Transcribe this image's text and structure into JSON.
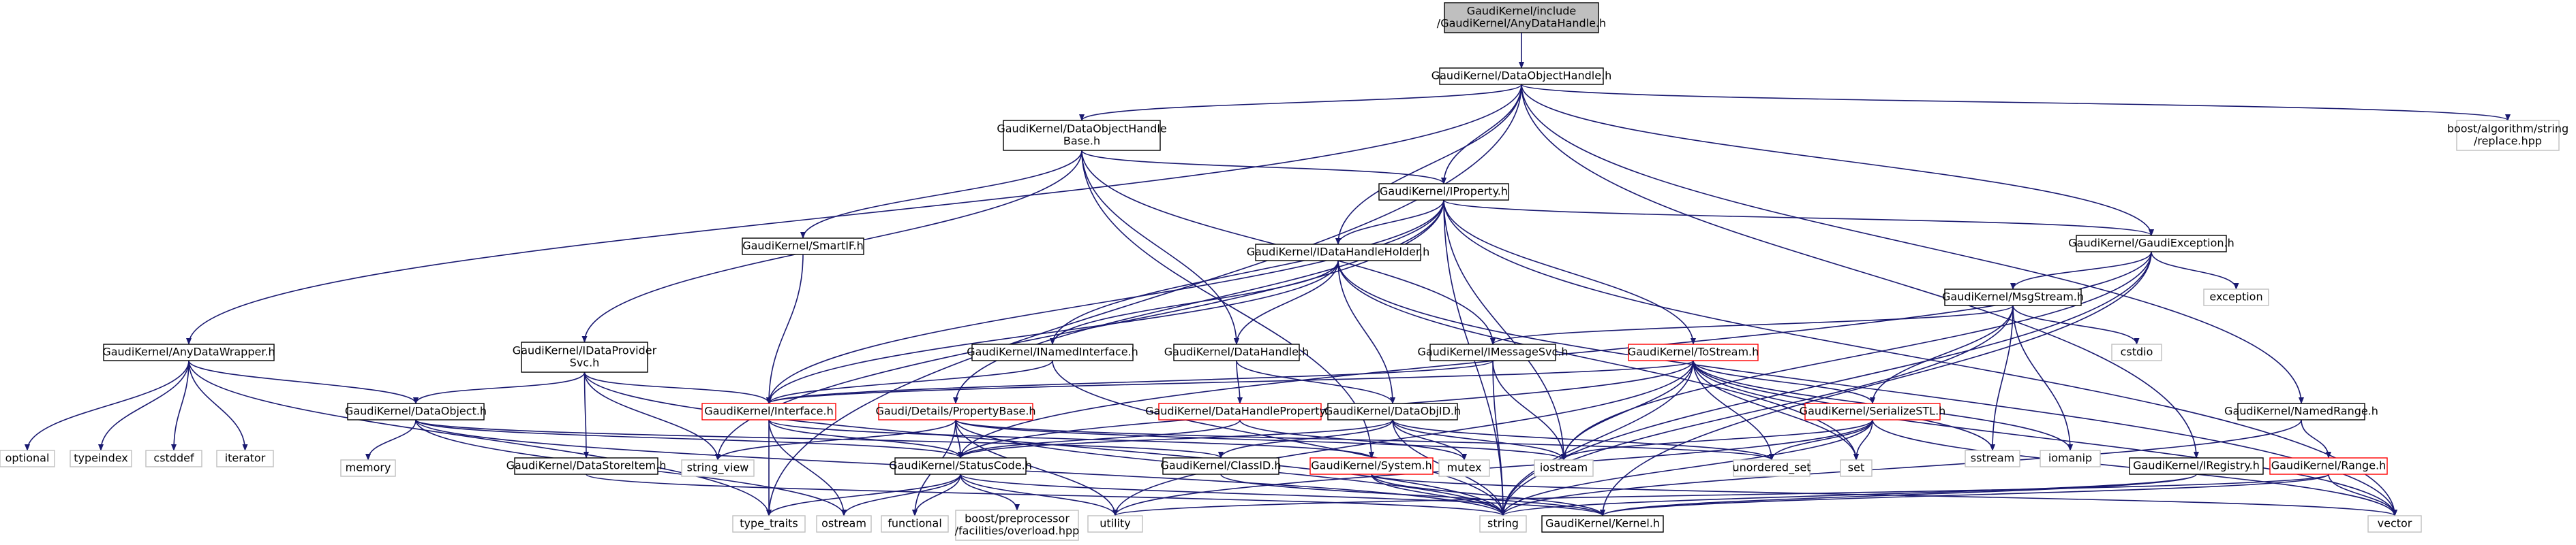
{
  "colors": {
    "root_fill": "#bfbfbf",
    "node_fill": "#ffffff",
    "node_border": "#000000",
    "ext_border": "#bfbfbf",
    "incomplete_border": "#ff0000",
    "edge": "#191970",
    "text": "#000000"
  },
  "nodes": [
    {
      "id": "root",
      "lines": [
        "GaudiKernel/include",
        "/GaudiKernel/AnyDataHandle.h"
      ],
      "style": "root"
    },
    {
      "id": "DataObjectHandle",
      "lines": [
        "GaudiKernel/DataObjectHandle.h"
      ],
      "style": "normal"
    },
    {
      "id": "AnyDataWrapper",
      "lines": [
        "GaudiKernel/AnyDataWrapper.h"
      ],
      "style": "normal"
    },
    {
      "id": "DataObjectHandleBase",
      "lines": [
        "GaudiKernel/DataObjectHandle",
        "Base.h"
      ],
      "style": "normal"
    },
    {
      "id": "IProperty",
      "lines": [
        "GaudiKernel/IProperty.h"
      ],
      "style": "normal"
    },
    {
      "id": "GaudiException",
      "lines": [
        "GaudiKernel/GaudiException.h"
      ],
      "style": "normal"
    },
    {
      "id": "boostReplace",
      "lines": [
        "boost/algorithm/string",
        "/replace.hpp"
      ],
      "style": "ext"
    },
    {
      "id": "SmartIF",
      "lines": [
        "GaudiKernel/SmartIF.h"
      ],
      "style": "normal"
    },
    {
      "id": "IDataHandleHolder",
      "lines": [
        "GaudiKernel/IDataHandleHolder.h"
      ],
      "style": "normal"
    },
    {
      "id": "MsgStream",
      "lines": [
        "GaudiKernel/MsgStream.h"
      ],
      "style": "normal"
    },
    {
      "id": "exception",
      "lines": [
        "exception"
      ],
      "style": "ext"
    },
    {
      "id": "IDataProviderSvc",
      "lines": [
        "GaudiKernel/IDataProvider",
        "Svc.h"
      ],
      "style": "normal"
    },
    {
      "id": "INamedInterface",
      "lines": [
        "GaudiKernel/INamedInterface.h"
      ],
      "style": "normal"
    },
    {
      "id": "DataHandle",
      "lines": [
        "GaudiKernel/DataHandle.h"
      ],
      "style": "normal"
    },
    {
      "id": "IMessageSvc",
      "lines": [
        "GaudiKernel/IMessageSvc.h"
      ],
      "style": "normal"
    },
    {
      "id": "ToStream",
      "lines": [
        "GaudiKernel/ToStream.h"
      ],
      "style": "incomplete"
    },
    {
      "id": "cstdio",
      "lines": [
        "cstdio"
      ],
      "style": "ext"
    },
    {
      "id": "optional",
      "lines": [
        "optional"
      ],
      "style": "ext"
    },
    {
      "id": "typeindex",
      "lines": [
        "typeindex"
      ],
      "style": "ext"
    },
    {
      "id": "cstddef",
      "lines": [
        "cstddef"
      ],
      "style": "ext"
    },
    {
      "id": "iterator",
      "lines": [
        "iterator"
      ],
      "style": "ext"
    },
    {
      "id": "DataObject",
      "lines": [
        "GaudiKernel/DataObject.h"
      ],
      "style": "normal"
    },
    {
      "id": "Interface",
      "lines": [
        "GaudiKernel/Interface.h"
      ],
      "style": "incomplete"
    },
    {
      "id": "PropertyBase",
      "lines": [
        "Gaudi/Details/PropertyBase.h"
      ],
      "style": "incomplete"
    },
    {
      "id": "DataHandleProperty",
      "lines": [
        "GaudiKernel/DataHandleProperty.h"
      ],
      "style": "incomplete"
    },
    {
      "id": "DataObjID",
      "lines": [
        "GaudiKernel/DataObjID.h"
      ],
      "style": "normal"
    },
    {
      "id": "SerializeSTL",
      "lines": [
        "GaudiKernel/SerializeSTL.h"
      ],
      "style": "incomplete"
    },
    {
      "id": "sstream",
      "lines": [
        "sstream"
      ],
      "style": "ext"
    },
    {
      "id": "iomanip",
      "lines": [
        "iomanip"
      ],
      "style": "ext"
    },
    {
      "id": "NamedRange",
      "lines": [
        "GaudiKernel/NamedRange.h"
      ],
      "style": "normal"
    },
    {
      "id": "memory",
      "lines": [
        "memory"
      ],
      "style": "ext"
    },
    {
      "id": "DataStoreItem",
      "lines": [
        "GaudiKernel/DataStoreItem.h"
      ],
      "style": "normal"
    },
    {
      "id": "string_view",
      "lines": [
        "string_view"
      ],
      "style": "ext"
    },
    {
      "id": "StatusCode",
      "lines": [
        "GaudiKernel/StatusCode.h"
      ],
      "style": "normal"
    },
    {
      "id": "ClassID",
      "lines": [
        "GaudiKernel/ClassID.h"
      ],
      "style": "normal"
    },
    {
      "id": "System",
      "lines": [
        "GaudiKernel/System.h"
      ],
      "style": "incomplete"
    },
    {
      "id": "mutex",
      "lines": [
        "mutex"
      ],
      "style": "ext"
    },
    {
      "id": "iostream",
      "lines": [
        "iostream"
      ],
      "style": "ext"
    },
    {
      "id": "unordered_set",
      "lines": [
        "unordered_set"
      ],
      "style": "ext"
    },
    {
      "id": "set",
      "lines": [
        "set"
      ],
      "style": "ext"
    },
    {
      "id": "IRegistry",
      "lines": [
        "GaudiKernel/IRegistry.h"
      ],
      "style": "normal"
    },
    {
      "id": "Range",
      "lines": [
        "GaudiKernel/Range.h"
      ],
      "style": "incomplete"
    },
    {
      "id": "type_traits",
      "lines": [
        "type_traits"
      ],
      "style": "ext"
    },
    {
      "id": "ostream",
      "lines": [
        "ostream"
      ],
      "style": "ext"
    },
    {
      "id": "functional",
      "lines": [
        "functional"
      ],
      "style": "ext"
    },
    {
      "id": "boostOverload",
      "lines": [
        "boost/preprocessor",
        "/facilities/overload.hpp"
      ],
      "style": "ext"
    },
    {
      "id": "utility",
      "lines": [
        "utility"
      ],
      "style": "ext"
    },
    {
      "id": "string",
      "lines": [
        "string"
      ],
      "style": "ext"
    },
    {
      "id": "Kernel",
      "lines": [
        "GaudiKernel/Kernel.h"
      ],
      "style": "normal"
    },
    {
      "id": "vector",
      "lines": [
        "vector"
      ],
      "style": "ext"
    }
  ],
  "edges": [
    [
      "root",
      "DataObjectHandle"
    ],
    [
      "DataObjectHandle",
      "AnyDataWrapper"
    ],
    [
      "DataObjectHandle",
      "DataObjectHandleBase"
    ],
    [
      "DataObjectHandle",
      "IProperty"
    ],
    [
      "DataObjectHandle",
      "GaudiException"
    ],
    [
      "DataObjectHandle",
      "boostReplace"
    ],
    [
      "DataObjectHandle",
      "IDataHandleHolder"
    ],
    [
      "DataObjectHandle",
      "NamedRange"
    ],
    [
      "DataObjectHandle",
      "IRegistry"
    ],
    [
      "DataObjectHandle",
      "type_traits"
    ],
    [
      "AnyDataWrapper",
      "optional"
    ],
    [
      "AnyDataWrapper",
      "typeindex"
    ],
    [
      "AnyDataWrapper",
      "cstddef"
    ],
    [
      "AnyDataWrapper",
      "iterator"
    ],
    [
      "AnyDataWrapper",
      "DataObject"
    ],
    [
      "AnyDataWrapper",
      "type_traits"
    ],
    [
      "DataObjectHandleBase",
      "IProperty"
    ],
    [
      "DataObjectHandleBase",
      "SmartIF"
    ],
    [
      "DataObjectHandleBase",
      "IDataProviderSvc"
    ],
    [
      "DataObjectHandleBase",
      "DataHandle"
    ],
    [
      "DataObjectHandleBase",
      "IMessageSvc"
    ],
    [
      "DataObjectHandleBase",
      "System"
    ],
    [
      "IProperty",
      "GaudiException"
    ],
    [
      "IProperty",
      "IDataHandleHolder"
    ],
    [
      "IProperty",
      "INamedInterface"
    ],
    [
      "IProperty",
      "ToStream"
    ],
    [
      "IProperty",
      "PropertyBase"
    ],
    [
      "IProperty",
      "Interface"
    ],
    [
      "IProperty",
      "string_view"
    ],
    [
      "IProperty",
      "iostream"
    ],
    [
      "IProperty",
      "string"
    ],
    [
      "IProperty",
      "vector"
    ],
    [
      "GaudiException",
      "MsgStream"
    ],
    [
      "GaudiException",
      "exception"
    ],
    [
      "GaudiException",
      "StatusCode"
    ],
    [
      "GaudiException",
      "Kernel"
    ],
    [
      "GaudiException",
      "iostream"
    ],
    [
      "GaudiException",
      "string"
    ],
    [
      "SmartIF",
      "Interface"
    ],
    [
      "IDataHandleHolder",
      "INamedInterface"
    ],
    [
      "IDataHandleHolder",
      "DataHandle"
    ],
    [
      "IDataHandleHolder",
      "DataObjID"
    ],
    [
      "IDataHandleHolder",
      "Interface"
    ],
    [
      "IDataHandleHolder",
      "set"
    ],
    [
      "IDataHandleHolder",
      "vector"
    ],
    [
      "MsgStream",
      "IMessageSvc"
    ],
    [
      "MsgStream",
      "SerializeSTL"
    ],
    [
      "MsgStream",
      "cstdio"
    ],
    [
      "MsgStream",
      "iomanip"
    ],
    [
      "MsgStream",
      "sstream"
    ],
    [
      "MsgStream",
      "string"
    ],
    [
      "IDataProviderSvc",
      "DataObject"
    ],
    [
      "IDataProviderSvc",
      "DataStoreItem"
    ],
    [
      "IDataProviderSvc",
      "Interface"
    ],
    [
      "IDataProviderSvc",
      "string_view"
    ],
    [
      "IDataProviderSvc",
      "string"
    ],
    [
      "INamedInterface",
      "Interface"
    ],
    [
      "INamedInterface",
      "string"
    ],
    [
      "DataHandle",
      "DataHandleProperty"
    ],
    [
      "DataHandle",
      "DataObjID"
    ],
    [
      "IMessageSvc",
      "Interface"
    ],
    [
      "IMessageSvc",
      "iostream"
    ],
    [
      "IMessageSvc",
      "string"
    ],
    [
      "ToStream",
      "Interface"
    ],
    [
      "ToStream",
      "SerializeSTL"
    ],
    [
      "ToStream",
      "sstream"
    ],
    [
      "ToStream",
      "iomanip"
    ],
    [
      "ToStream",
      "iostream"
    ],
    [
      "ToStream",
      "unordered_set"
    ],
    [
      "ToStream",
      "set"
    ],
    [
      "ToStream",
      "string"
    ],
    [
      "ToStream",
      "utility"
    ],
    [
      "ToStream",
      "vector"
    ],
    [
      "ToStream",
      "StatusCode"
    ],
    [
      "DataObject",
      "memory"
    ],
    [
      "DataObject",
      "ClassID"
    ],
    [
      "DataObject",
      "StatusCode"
    ],
    [
      "DataObject",
      "string"
    ],
    [
      "DataObject",
      "ostream"
    ],
    [
      "Interface",
      "StatusCode"
    ],
    [
      "Interface",
      "System"
    ],
    [
      "Interface",
      "type_traits"
    ],
    [
      "Interface",
      "ostream"
    ],
    [
      "PropertyBase",
      "StatusCode"
    ],
    [
      "PropertyBase",
      "string_view"
    ],
    [
      "PropertyBase",
      "functional"
    ],
    [
      "PropertyBase",
      "utility"
    ],
    [
      "PropertyBase",
      "iostream"
    ],
    [
      "PropertyBase",
      "string"
    ],
    [
      "PropertyBase",
      "unordered_set"
    ],
    [
      "DataHandleProperty",
      "StatusCode"
    ],
    [
      "DataHandleProperty",
      "mutex"
    ],
    [
      "DataObjID",
      "ClassID"
    ],
    [
      "DataObjID",
      "StatusCode"
    ],
    [
      "DataObjID",
      "mutex"
    ],
    [
      "DataObjID",
      "iostream"
    ],
    [
      "DataObjID",
      "string"
    ],
    [
      "DataObjID",
      "unordered_set"
    ],
    [
      "SerializeSTL",
      "unordered_set"
    ],
    [
      "SerializeSTL",
      "set"
    ],
    [
      "SerializeSTL",
      "iostream"
    ],
    [
      "SerializeSTL",
      "string"
    ],
    [
      "SerializeSTL",
      "utility"
    ],
    [
      "SerializeSTL",
      "vector"
    ],
    [
      "NamedRange",
      "Range"
    ],
    [
      "NamedRange",
      "string"
    ],
    [
      "StatusCode",
      "type_traits"
    ],
    [
      "StatusCode",
      "ostream"
    ],
    [
      "StatusCode",
      "boostOverload"
    ],
    [
      "StatusCode",
      "utility"
    ],
    [
      "StatusCode",
      "functional"
    ],
    [
      "StatusCode",
      "Kernel"
    ],
    [
      "ClassID",
      "Kernel"
    ],
    [
      "System",
      "string"
    ],
    [
      "System",
      "vector"
    ],
    [
      "System",
      "Kernel"
    ],
    [
      "DataStoreItem",
      "string"
    ],
    [
      "IRegistry",
      "Kernel"
    ],
    [
      "IRegistry",
      "string"
    ],
    [
      "Range",
      "vector"
    ],
    [
      "Range",
      "utility"
    ],
    [
      "Range",
      "Kernel"
    ]
  ]
}
